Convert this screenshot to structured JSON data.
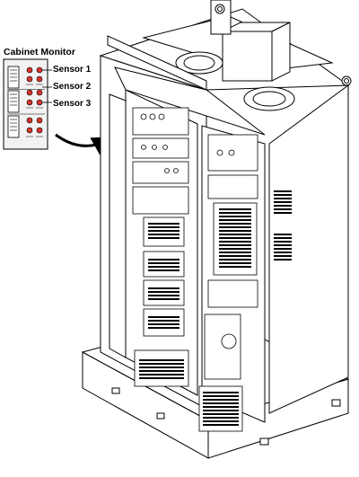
{
  "monitor": {
    "title": "Cabinet Monitor",
    "sensors": [
      {
        "label": "Sensor 1"
      },
      {
        "label": "Sensor 2"
      },
      {
        "label": "Sensor 3"
      }
    ]
  },
  "colors": {
    "line": "#000000",
    "led": "#d9342b",
    "panel": "#f2f2f2",
    "background": "#ffffff"
  },
  "icons": {
    "pointer": "curved-arrow-icon"
  }
}
